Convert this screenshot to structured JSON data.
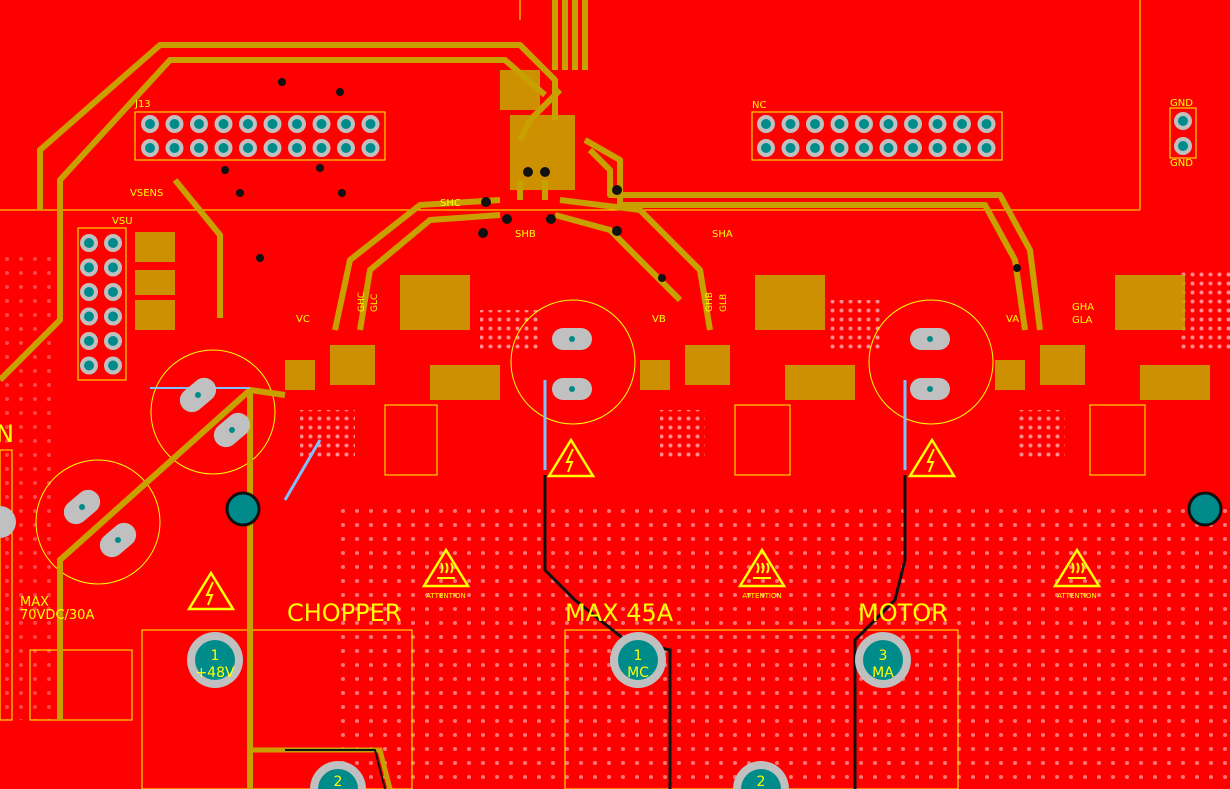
{
  "labels": {
    "jp3": "J13",
    "vsens": "VSENS",
    "vsu": "VSU",
    "nc": "NC",
    "gnd_top": "GND",
    "gnd_bottom": "GND",
    "shc": "SHC",
    "shb": "SHB",
    "sha": "SHA",
    "vc": "VC",
    "vb": "VB",
    "va": "VA",
    "ghc": "GHC",
    "glc": "GLC",
    "ghb": "GHB",
    "glb": "GLB",
    "gha": "GHA",
    "gla": "GLA",
    "max_rating": "MAX",
    "voltage_rating": "70VDC/30A",
    "chopper": "CHOPPER",
    "max_current": "MAX 45A",
    "motor": "MOTOR",
    "attention": "ATTENTION",
    "edge_n": "N"
  },
  "terminals": {
    "t48v": {
      "number": "1",
      "name": "+48V"
    },
    "tmc": {
      "number": "1",
      "name": "MC"
    },
    "tma": {
      "number": "3",
      "name": "MA"
    },
    "t2a": {
      "number": "2"
    },
    "t2b": {
      "number": "2"
    }
  },
  "colors": {
    "board": "#ff0000",
    "copper": "#c8a000",
    "silkscreen": "#ffff00",
    "pad_teal": "#008b8b",
    "pad_ring": "#c0c0c0",
    "trace_blue": "#80c0ff"
  }
}
